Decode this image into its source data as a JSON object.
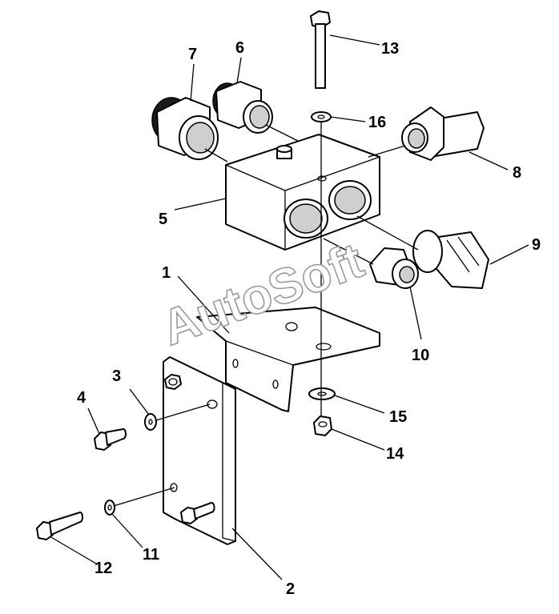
{
  "callouts": {
    "c1": "1",
    "c2": "2",
    "c3": "3",
    "c4": "4",
    "c5": "5",
    "c6": "6",
    "c7": "7",
    "c8": "8",
    "c9": "9",
    "c10": "10",
    "c11": "11",
    "c12": "12",
    "c13": "13",
    "c14": "14",
    "c15": "15",
    "c16": "16"
  },
  "watermark": "AutoSoft",
  "colors": {
    "ink": "#000000",
    "paper": "#ffffff",
    "watermark_outline": "#9a9a9a"
  }
}
